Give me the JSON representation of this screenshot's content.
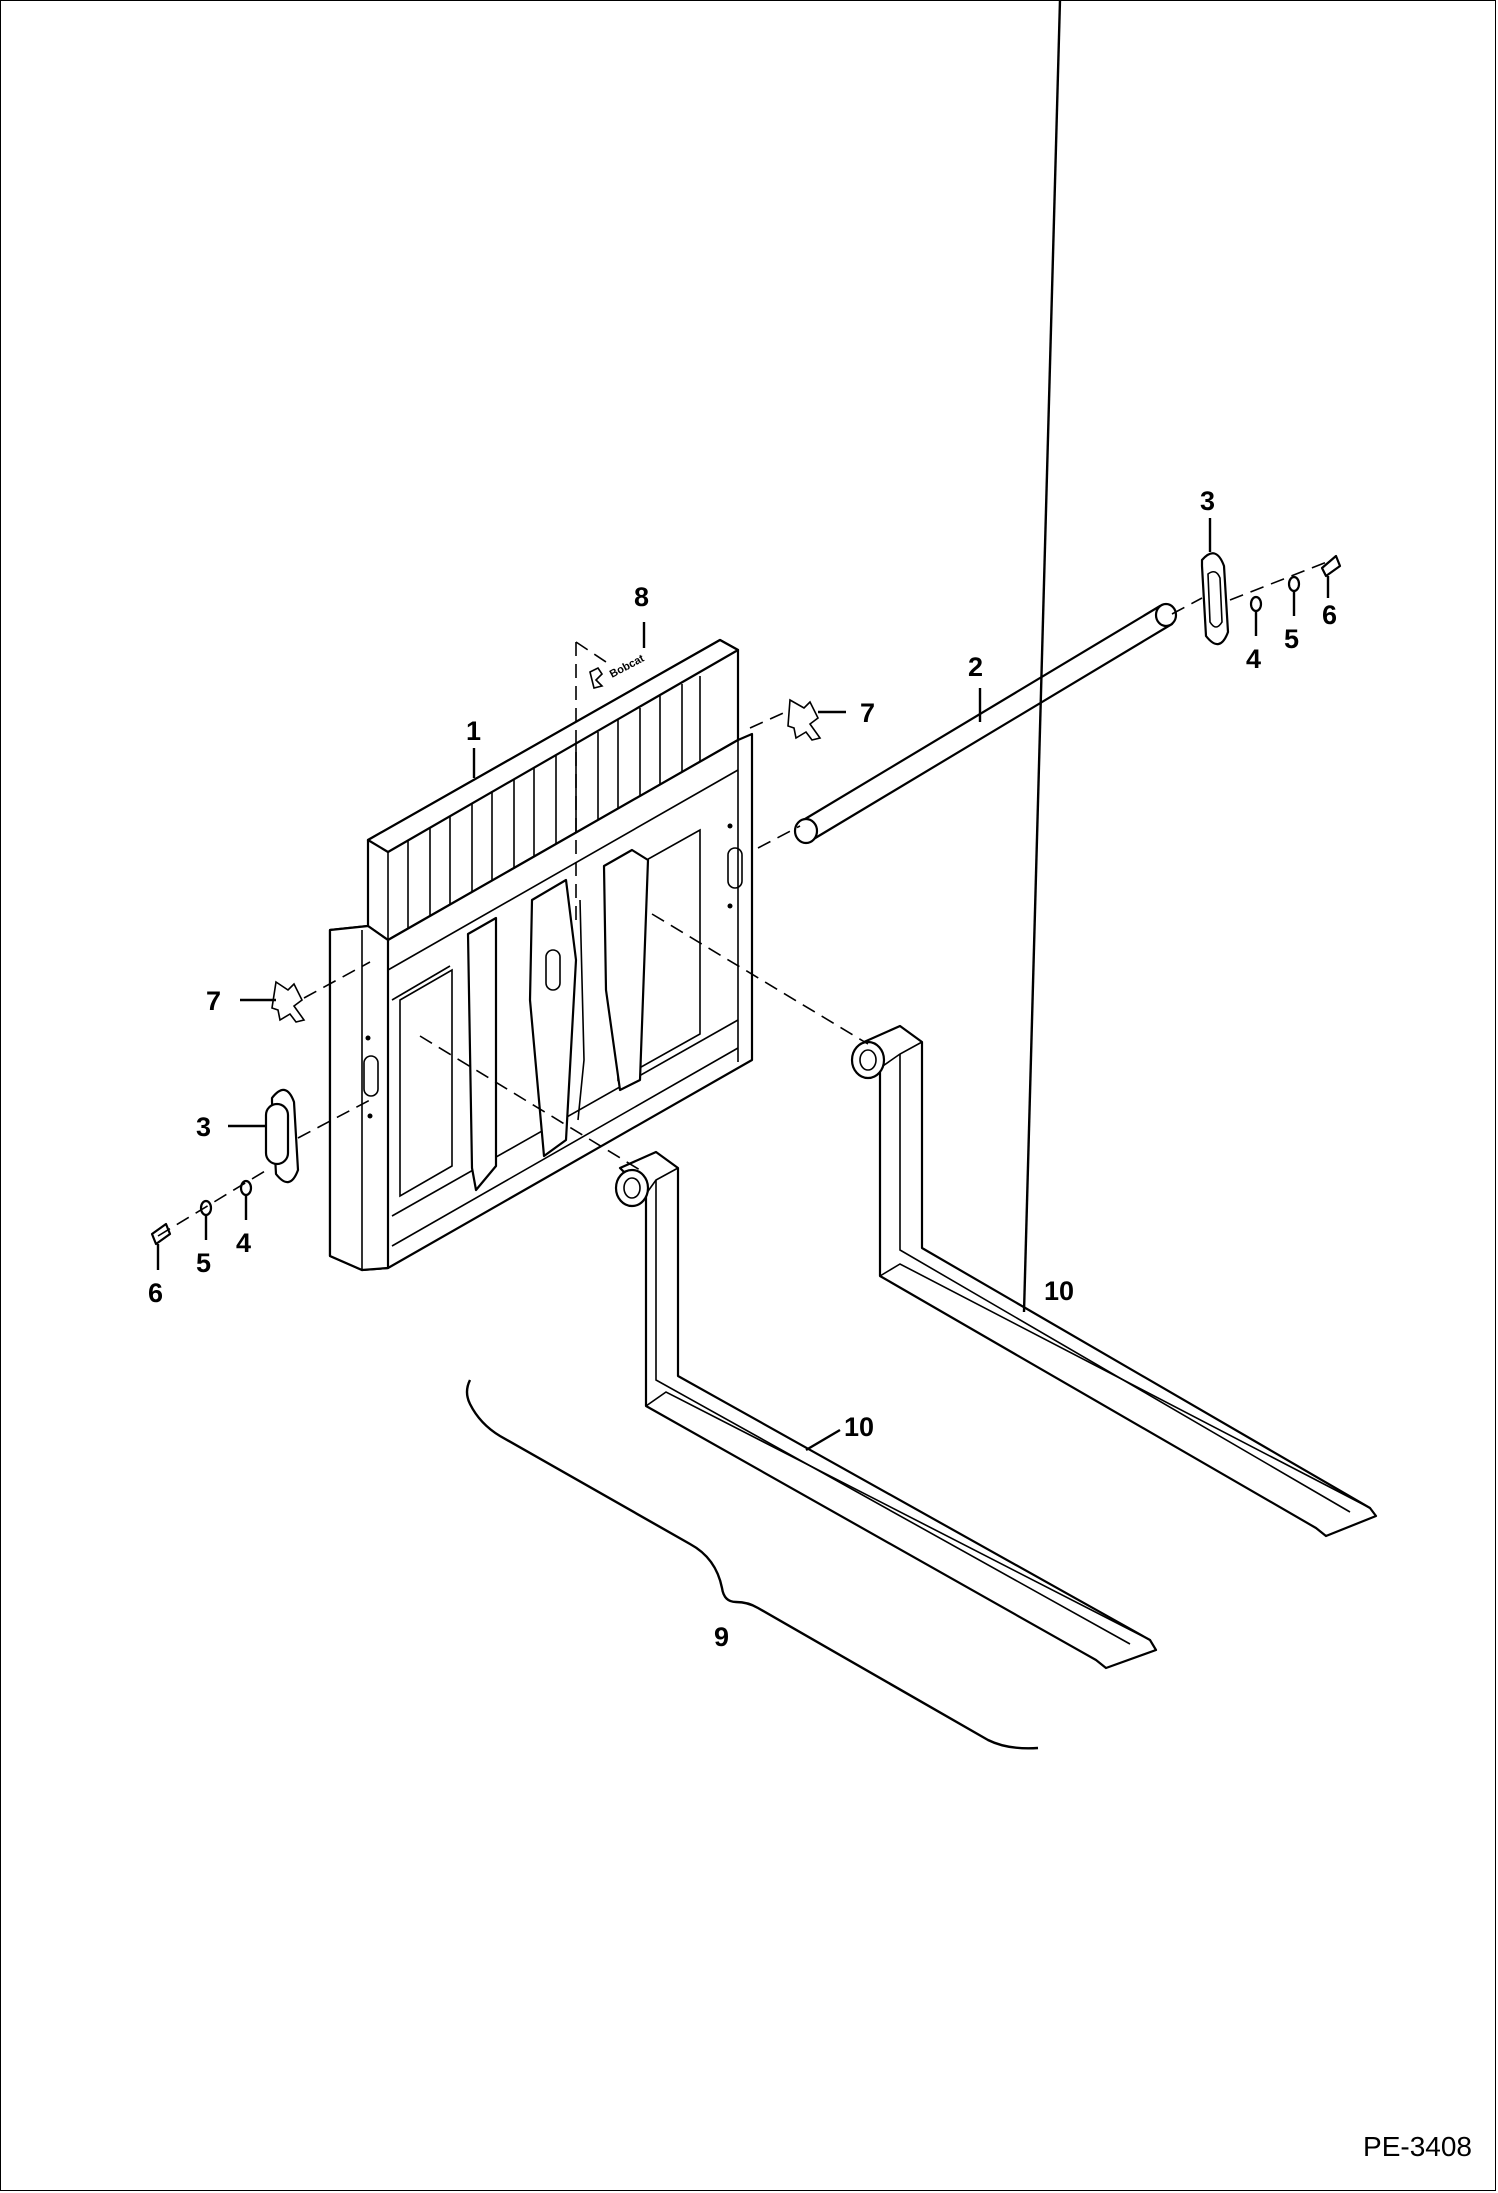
{
  "callouts": {
    "carriage_frame": "1",
    "pivot_shaft": "2",
    "cap_right": "3",
    "cap_left": "3",
    "washer_right": "4",
    "washer_left": "4",
    "lockwasher_right": "5",
    "lockwasher_left": "5",
    "bolt_right": "6",
    "bolt_left": "6",
    "decal_right": "7",
    "decal_left": "7",
    "decal_logo": "8",
    "fork_set": "9",
    "fork_front": "10",
    "fork_rear": "10"
  },
  "decal_text": "Bobcat",
  "figure_ref": "PE-3408"
}
